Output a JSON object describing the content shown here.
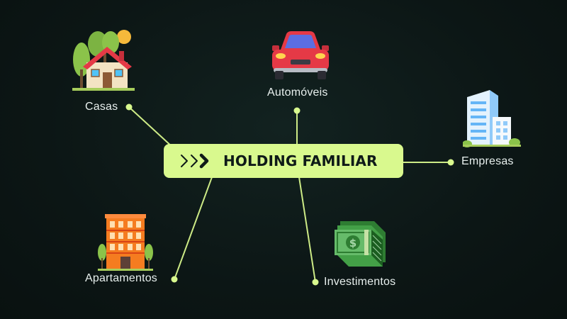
{
  "center": {
    "title": "HOLDING FAMILIAR",
    "chevron_icon": "triple-chevron-right-icon"
  },
  "nodes": [
    {
      "key": "casas",
      "label": "Casas",
      "icon": "house-icon"
    },
    {
      "key": "automoveis",
      "label": "Automóveis",
      "icon": "car-icon"
    },
    {
      "key": "empresas",
      "label": "Empresas",
      "icon": "office-building-icon"
    },
    {
      "key": "investimentos",
      "label": "Investimentos",
      "icon": "money-stack-icon"
    },
    {
      "key": "apartamentos",
      "label": "Apartamentos",
      "icon": "apartment-building-icon"
    }
  ],
  "colors": {
    "background": "#0d1817",
    "accent": "#d9f98e",
    "text": "#e8f0ee"
  }
}
